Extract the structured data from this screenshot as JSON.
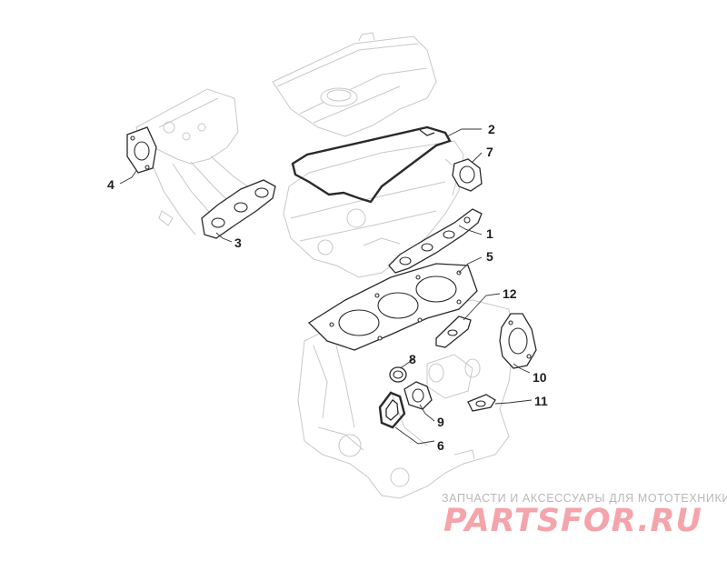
{
  "diagram": {
    "callouts": [
      {
        "id": "1",
        "label": "1"
      },
      {
        "id": "2",
        "label": "2"
      },
      {
        "id": "3",
        "label": "3"
      },
      {
        "id": "4",
        "label": "4"
      },
      {
        "id": "5",
        "label": "5"
      },
      {
        "id": "6",
        "label": "6"
      },
      {
        "id": "7",
        "label": "7"
      },
      {
        "id": "8",
        "label": "8"
      },
      {
        "id": "9",
        "label": "9"
      },
      {
        "id": "10",
        "label": "10"
      },
      {
        "id": "11",
        "label": "11"
      },
      {
        "id": "12",
        "label": "12"
      }
    ],
    "line_color": "#2a2a2a",
    "ghost_color": "#c8c8c8"
  },
  "watermark": {
    "tagline": "ЗАПЧАСТИ И АКСЕССУАРЫ ДЛЯ МОТОТЕХНИКИ",
    "logo": "PARTSFOR.RU",
    "logo_color": "#f4a4aa"
  }
}
